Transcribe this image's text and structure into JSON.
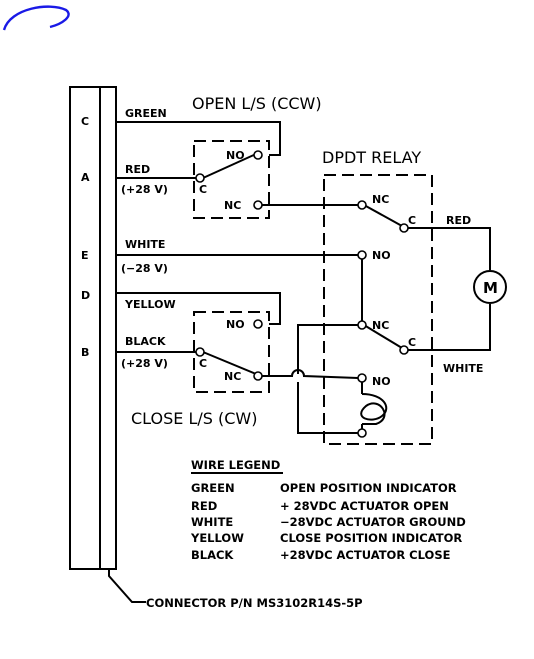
{
  "connector": {
    "pins": [
      "C",
      "A",
      "E",
      "D",
      "B"
    ],
    "part_number": "CONNECTOR P/N MS3102R14S-5P"
  },
  "wires": {
    "green": "GREEN",
    "red": "RED",
    "red_voltage": "(+28 V)",
    "white": "WHITE",
    "white_voltage": "(−28 V)",
    "yellow": "YELLOW",
    "black": "BLACK",
    "black_voltage": "(+28 V)"
  },
  "open_switch": {
    "title": "OPEN L/S (CCW)",
    "no": "NO",
    "nc": "NC",
    "c": "C"
  },
  "close_switch": {
    "title": "CLOSE L/S (CW)",
    "no": "NO",
    "nc": "NC",
    "c": "C"
  },
  "relay": {
    "title": "DPDT RELAY",
    "nc1": "NC",
    "c1": "C",
    "no1": "NO",
    "nc2": "NC",
    "c2": "C",
    "no2": "NO",
    "out_red": "RED",
    "out_white": "WHITE"
  },
  "motor": {
    "label": "M"
  },
  "legend": {
    "title": "WIRE LEGEND",
    "rows": [
      {
        "color": "GREEN",
        "desc": "OPEN POSITION INDICATOR"
      },
      {
        "color": "RED",
        "desc": "+ 28VDC ACTUATOR OPEN"
      },
      {
        "color": "WHITE",
        "desc": "−28VDC ACTUATOR GROUND"
      },
      {
        "color": "YELLOW",
        "desc": "CLOSE POSITION INDICATOR"
      },
      {
        "color": "BLACK",
        "desc": "+28VDC ACTUATOR CLOSE"
      }
    ]
  }
}
